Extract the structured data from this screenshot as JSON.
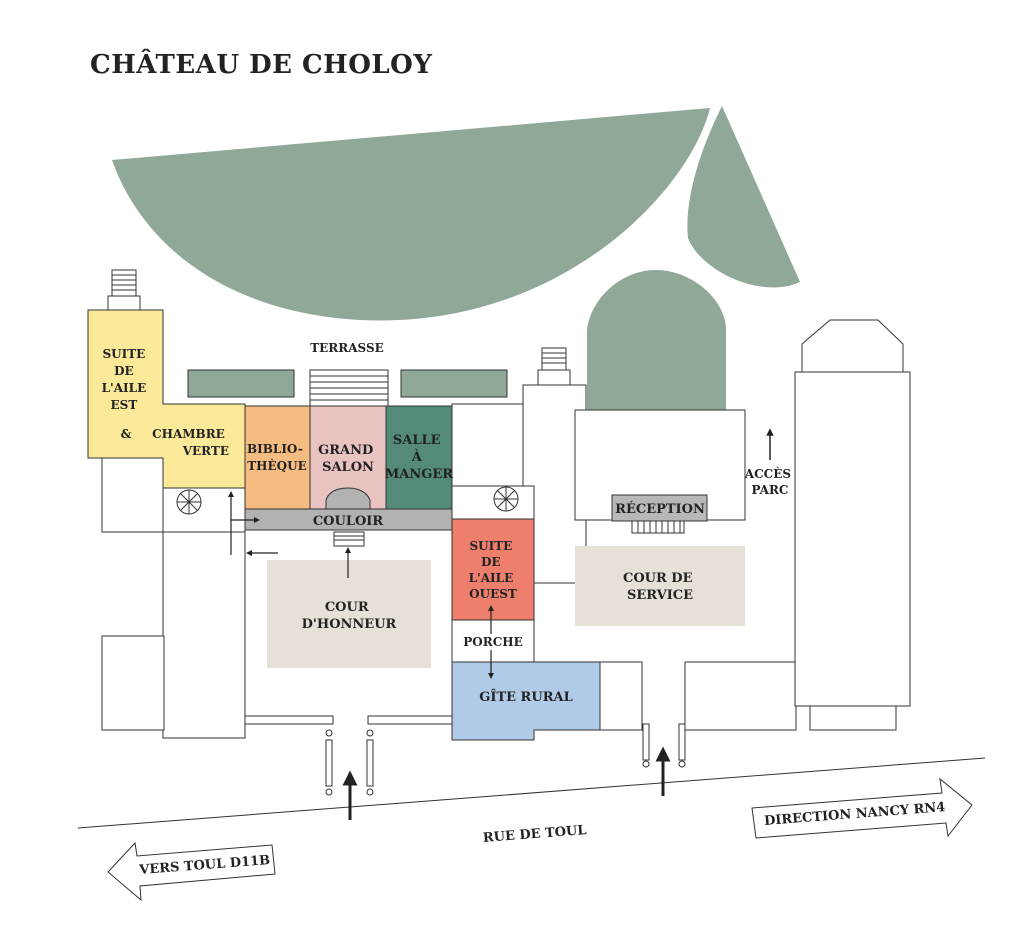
{
  "title": "CHÂTEAU DE CHOLOY",
  "colors": {
    "park": "#8fa898",
    "suite_est": "#fbe99a",
    "bibliotheque": "#f4bc80",
    "grand_salon": "#e8c3c0",
    "salle_a_manger": "#538a78",
    "suite_ouest": "#ee7f6c",
    "gite_rural": "#b0cbe8",
    "cour": "#e6e0d6",
    "couloir": "#b2b2b2",
    "reception": "#b6b8bc",
    "outline": "#333333"
  },
  "labels": {
    "terrasse": "TERRASSE",
    "suite_est": [
      "SUITE",
      "DE",
      "L'AILE",
      "EST",
      "&"
    ],
    "chambre_verte": [
      "CHAMBRE",
      "VERTE"
    ],
    "bibliotheque": [
      "BIBLIO-",
      "THÈQUE"
    ],
    "grand_salon": [
      "GRAND",
      "SALON"
    ],
    "salle_a_manger": [
      "SALLE",
      "À",
      "MANGER"
    ],
    "couloir": "COULOIR",
    "suite_ouest": [
      "SUITE",
      "DE",
      "L'AILE",
      "OUEST"
    ],
    "porche": "PORCHE",
    "gite_rural": "GÎTE RURAL",
    "cour_honneur": [
      "COUR",
      "D'HONNEUR"
    ],
    "cour_service": [
      "COUR DE",
      "SERVICE"
    ],
    "reception": "RÉCEPTION",
    "acces_parc": [
      "ACCÈS",
      "PARC"
    ],
    "rue": "RUE DE TOUL",
    "direction_nancy": "DIRECTION NANCY RN4",
    "vers_toul": "VERS TOUL D11B"
  }
}
